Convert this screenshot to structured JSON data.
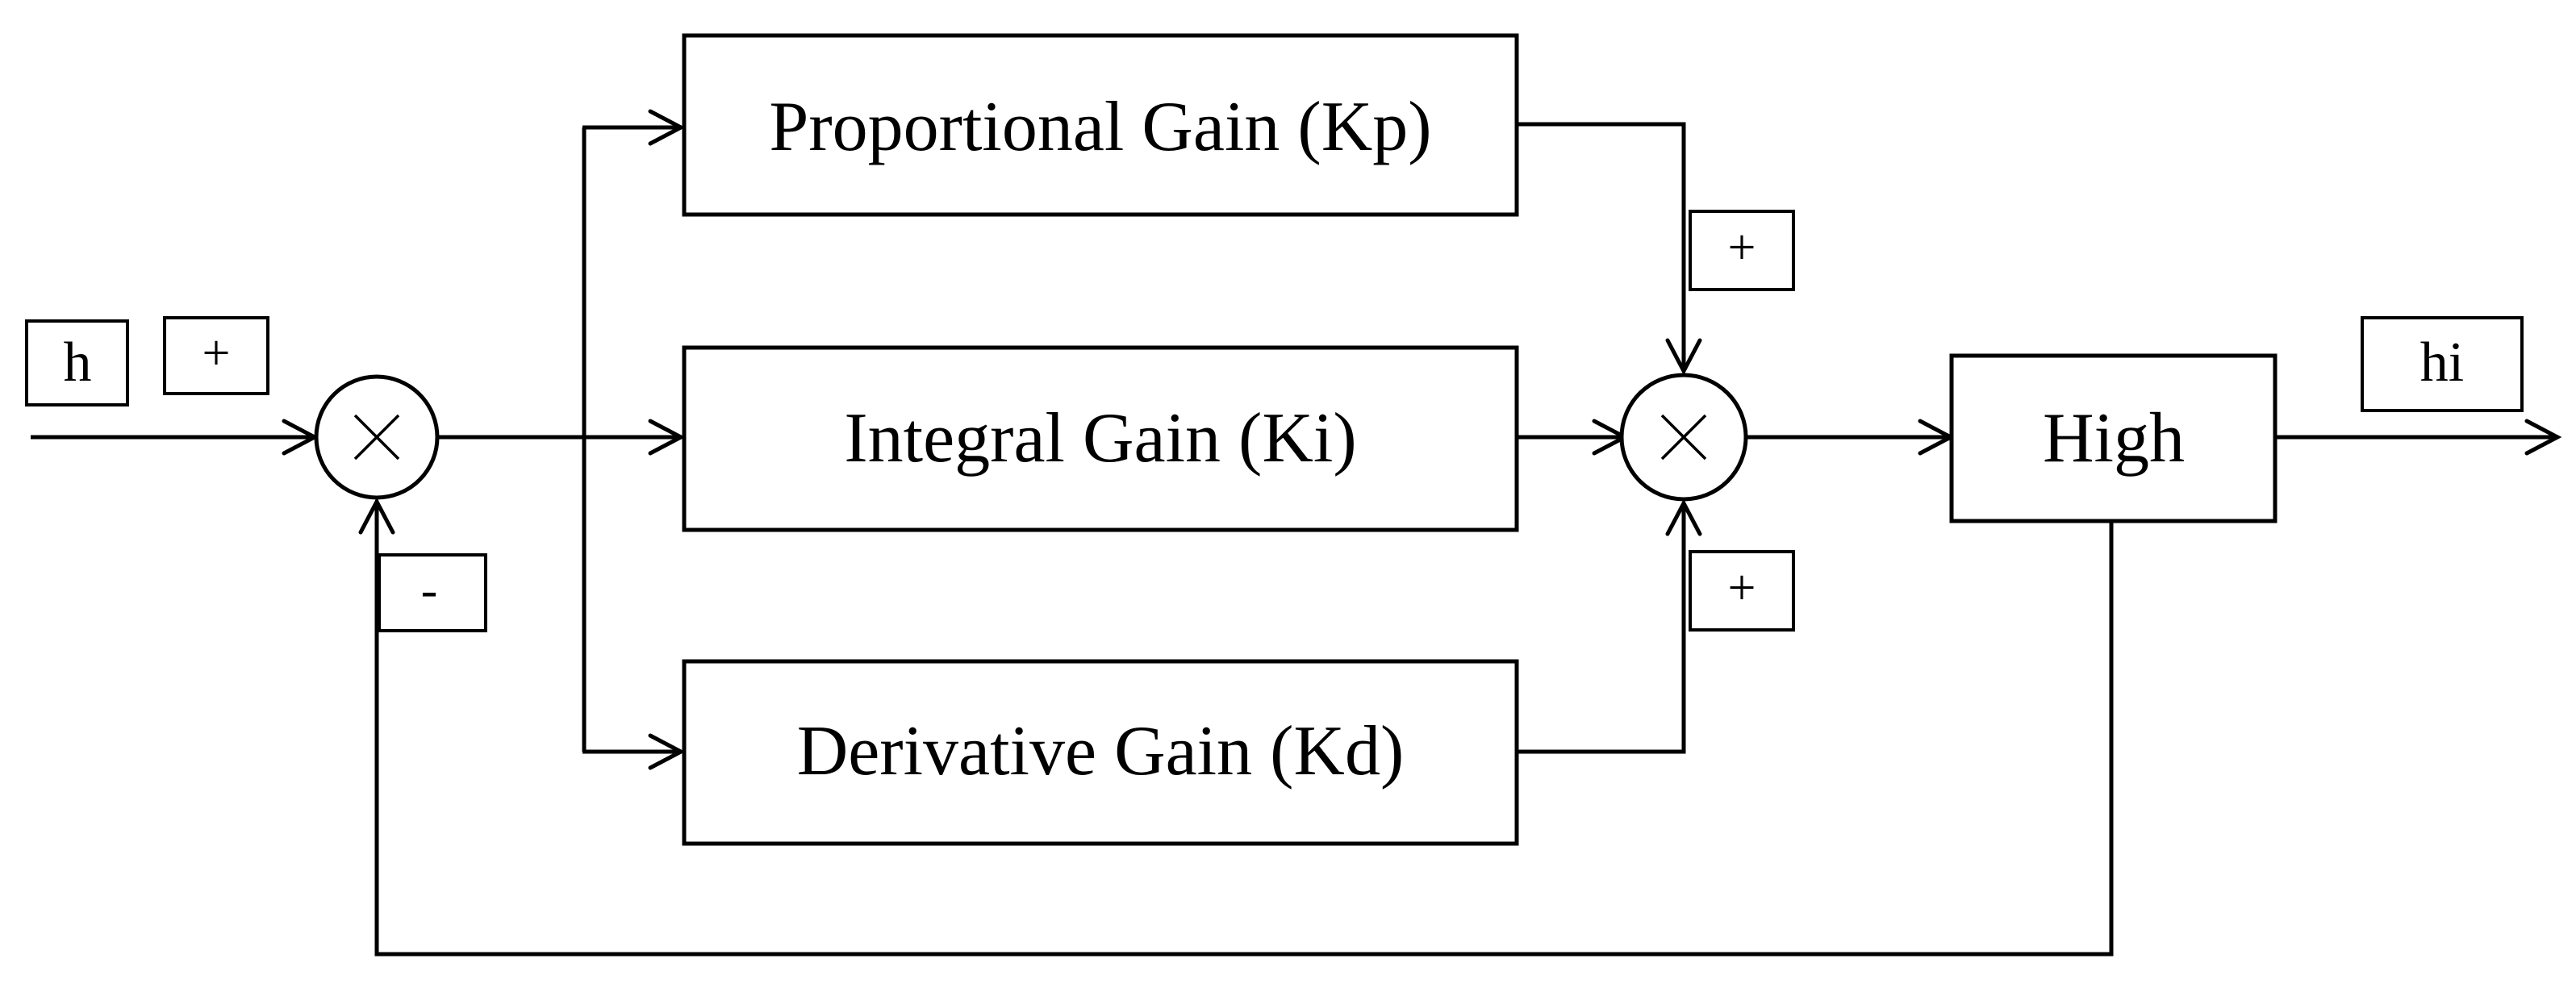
{
  "blocks": {
    "proportional": "Proportional Gain (Kp)",
    "integral": "Integral Gain (Ki)",
    "derivative": "Derivative Gain (Kd)",
    "plant": "High"
  },
  "signals": {
    "input": "h",
    "output": "hi"
  },
  "signs": {
    "input_plus": "+",
    "feedback_minus": "-",
    "top_plus": "+",
    "bottom_plus": "+"
  },
  "junction_symbol": "×"
}
